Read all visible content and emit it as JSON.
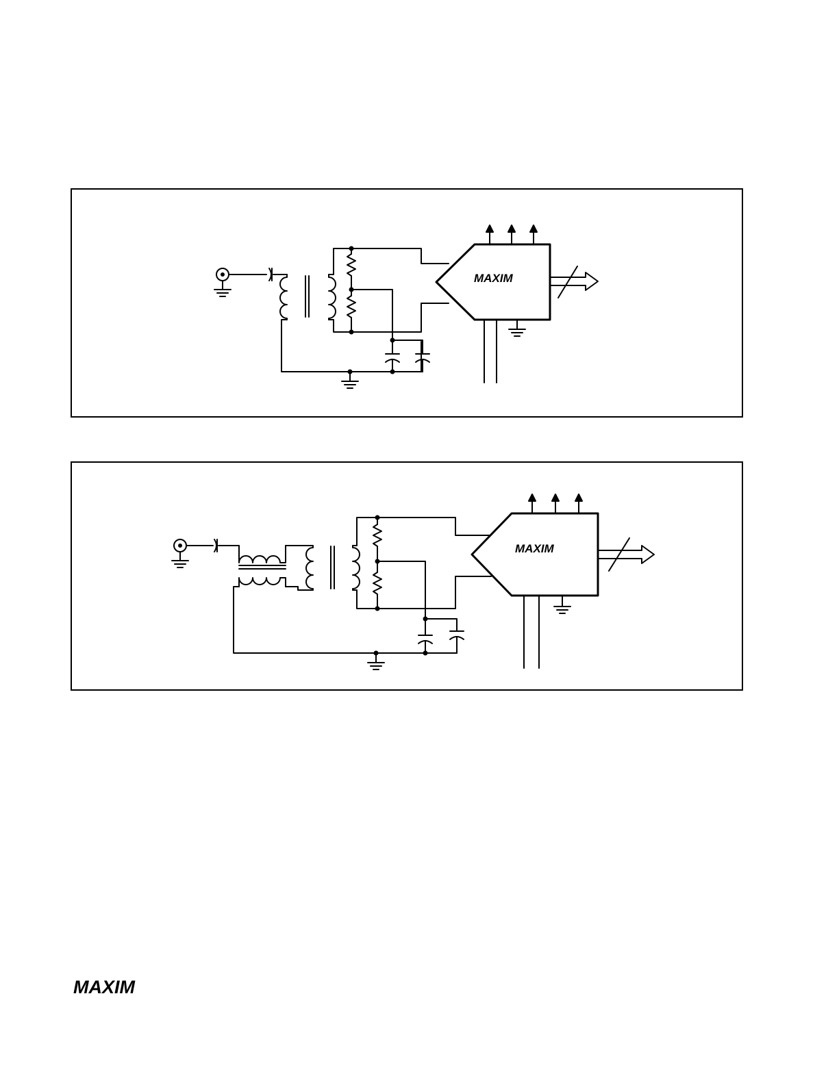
{
  "brand": {
    "name": "MAXIM"
  },
  "figures": [
    {
      "chip_logo": "MAXIM",
      "transformer_stages": 1
    },
    {
      "chip_logo": "MAXIM",
      "transformer_stages": 2
    }
  ],
  "colors": {
    "ink": "#000000",
    "background": "#ffffff"
  }
}
